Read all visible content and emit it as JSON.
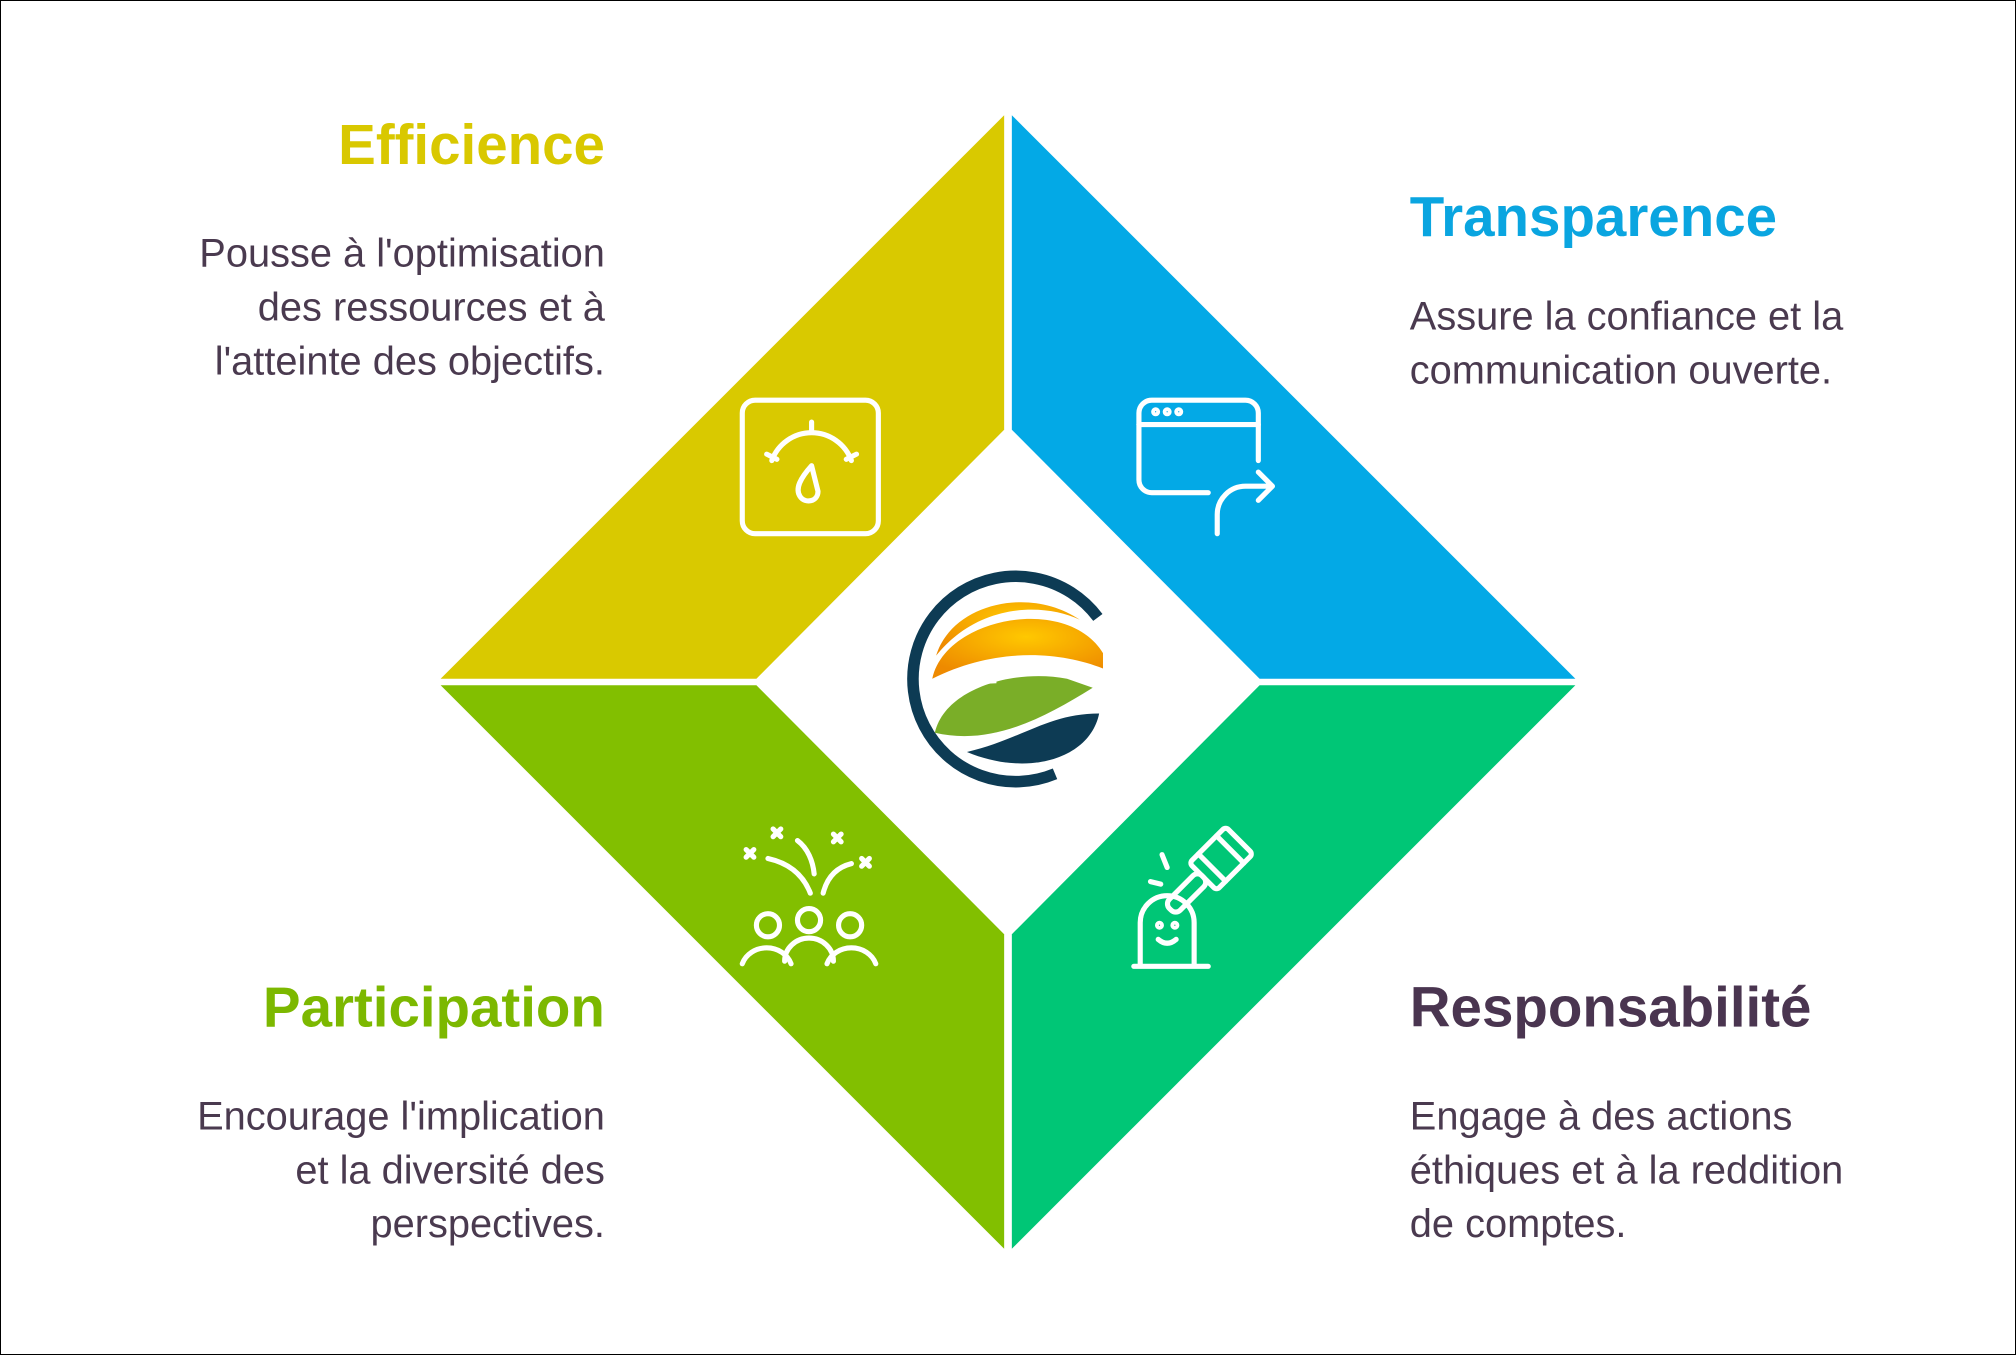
{
  "colors": {
    "efficience": "#D9C900",
    "transparence": "#03A9E6",
    "participation": "#82BF00",
    "responsabilite": "#00C676",
    "text": "#4A3A4F",
    "responsabilite_title": "#4A3550"
  },
  "quadrants": {
    "efficience": {
      "title": "Efficience",
      "lines": [
        "Pousse à l'optimisation",
        "des ressources et à",
        "l'atteinte des objectifs."
      ],
      "icon": "speedometer-icon"
    },
    "transparence": {
      "title": "Transparence",
      "lines": [
        "Assure la confiance et la",
        "communication ouverte."
      ],
      "icon": "browser-share-icon"
    },
    "participation": {
      "title": "Participation",
      "lines": [
        "Encourage l'implication",
        "et la diversité des",
        "perspectives."
      ],
      "icon": "people-celebration-icon"
    },
    "responsabilite": {
      "title": "Responsabilité",
      "lines": [
        "Engage à des actions",
        "éthiques et à la reddition",
        "de comptes."
      ],
      "icon": "gavel-icon"
    }
  },
  "center": {
    "icon": "sun-leaf-logo"
  }
}
